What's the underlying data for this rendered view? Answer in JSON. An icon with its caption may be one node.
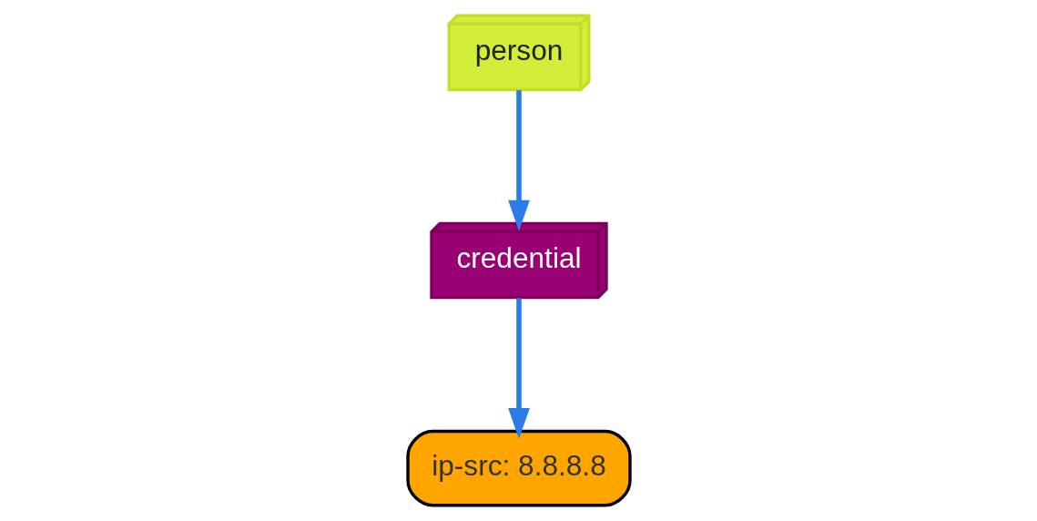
{
  "diagram": {
    "nodes": [
      {
        "text": [
          "person"
        ]
      },
      {
        "text": [
          "credential"
        ]
      },
      {
        "text": [
          "ip-src: 8.8.8.8"
        ]
      }
    ],
    "edges": [
      {
        "from": 0,
        "to": 1,
        "arrow": "to"
      },
      {
        "from": 1,
        "to": 2,
        "arrow": "to"
      }
    ]
  }
}
